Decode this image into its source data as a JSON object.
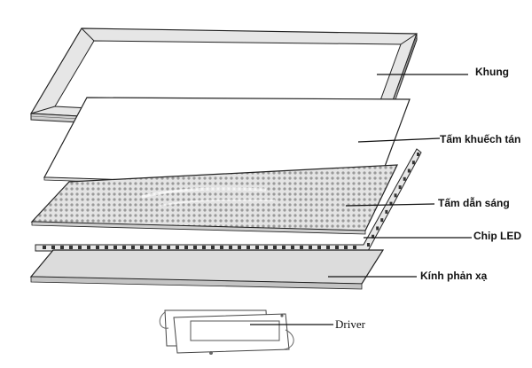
{
  "labels": {
    "khung": "Khung",
    "tam_khuech_tan": "Tấm khuếch tán",
    "tam_dan_sang": "Tấm dẫn sáng",
    "chip_led": "Chip LED",
    "kinh_phan_xa": "Kính phản xạ",
    "driver": "Driver"
  },
  "colors": {
    "line": "#222222",
    "frame_fill": "#e6e6e6",
    "panel_fill": "#ffffff",
    "dotted_fill": "#d8d8d8",
    "reflector_fill": "#dcdcdc"
  }
}
